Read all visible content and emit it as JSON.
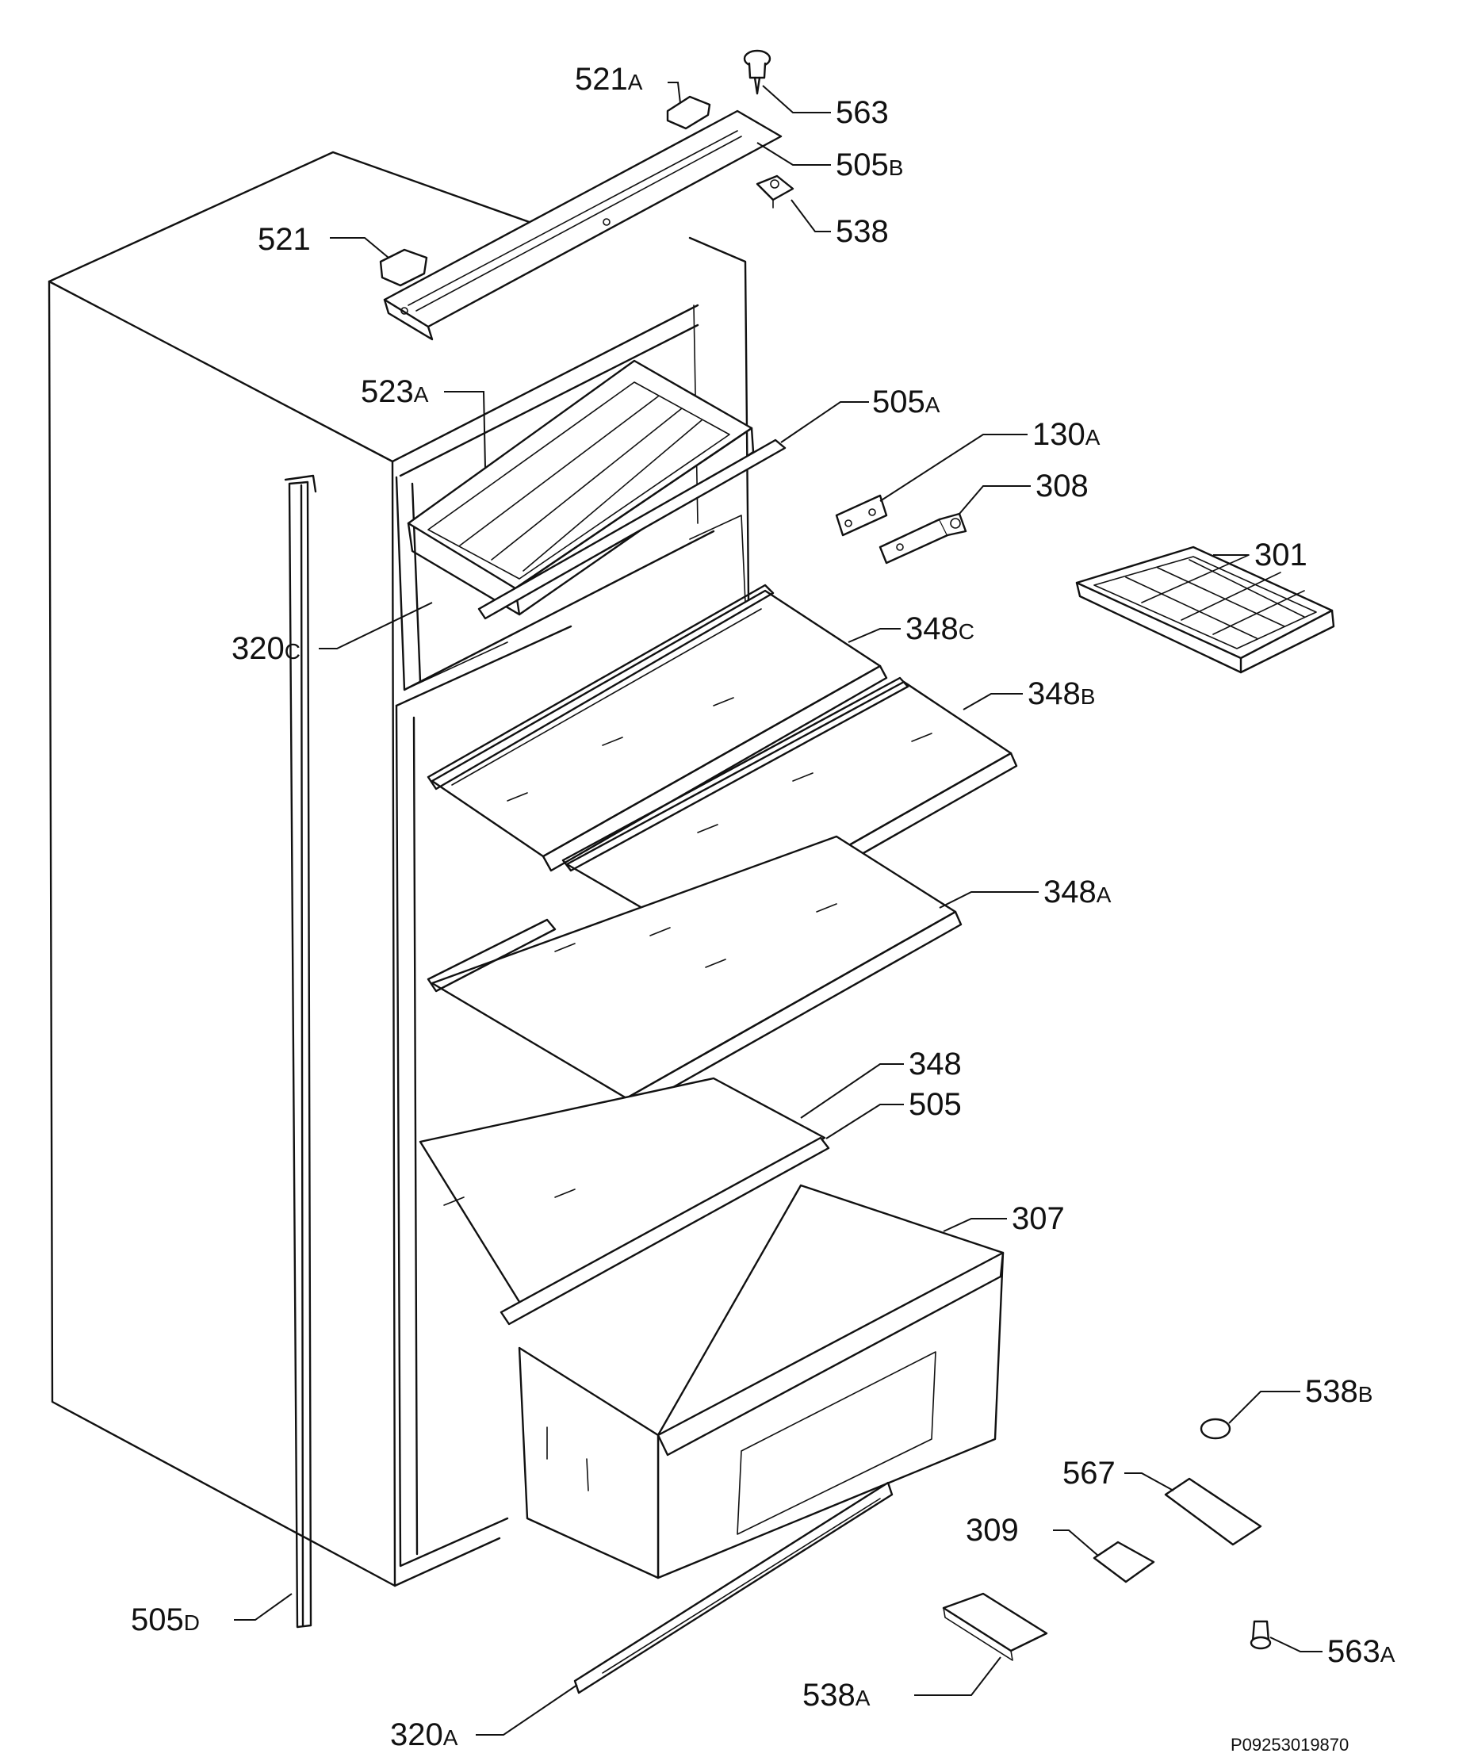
{
  "diagram_code": "P09253019870",
  "callouts": {
    "c521a": {
      "num": "521",
      "sfx": "A"
    },
    "c563": {
      "num": "563",
      "sfx": ""
    },
    "c505b": {
      "num": "505",
      "sfx": "B"
    },
    "c538": {
      "num": "538",
      "sfx": ""
    },
    "c521": {
      "num": "521",
      "sfx": ""
    },
    "c523a": {
      "num": "523",
      "sfx": "A"
    },
    "c505a": {
      "num": "505",
      "sfx": "A"
    },
    "c130a": {
      "num": "130",
      "sfx": "A"
    },
    "c308": {
      "num": "308",
      "sfx": ""
    },
    "c301": {
      "num": "301",
      "sfx": ""
    },
    "c320c": {
      "num": "320",
      "sfx": "C"
    },
    "c348c": {
      "num": "348",
      "sfx": "C"
    },
    "c348b": {
      "num": "348",
      "sfx": "B"
    },
    "c348a": {
      "num": "348",
      "sfx": "A"
    },
    "c348": {
      "num": "348",
      "sfx": ""
    },
    "c505": {
      "num": "505",
      "sfx": ""
    },
    "c307": {
      "num": "307",
      "sfx": ""
    },
    "c538b": {
      "num": "538",
      "sfx": "B"
    },
    "c567": {
      "num": "567",
      "sfx": ""
    },
    "c309": {
      "num": "309",
      "sfx": ""
    },
    "c505d": {
      "num": "505",
      "sfx": "D"
    },
    "c563a": {
      "num": "563",
      "sfx": "A"
    },
    "c538a": {
      "num": "538",
      "sfx": "A"
    },
    "c320a": {
      "num": "320",
      "sfx": "A"
    }
  }
}
